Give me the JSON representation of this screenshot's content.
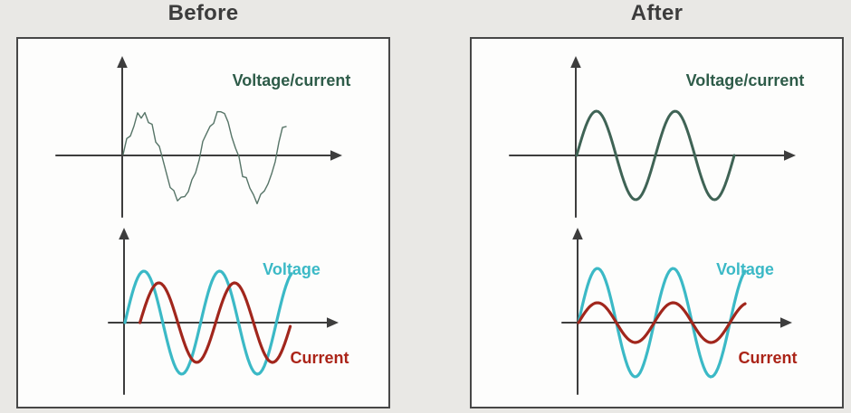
{
  "page_bg": "#e9e8e5",
  "axis_color": "#3d3d3d",
  "panels": [
    {
      "title": "Before",
      "top_plot": {
        "label": "Voltage/current",
        "label_color": "#2e5c49",
        "wave": {
          "name": "distorted voltage/current waveform",
          "color": "#567467",
          "amplitude": 46,
          "cycles": 2.15,
          "shift": 0,
          "noise": 7,
          "stroke": 1.4,
          "seed": 42
        }
      },
      "bottom_plot": {
        "voltage_label": "Voltage",
        "voltage_color": "#3bb9c6",
        "current_label": "Current",
        "current_color": "#ab2418",
        "voltage_wave": {
          "name": "voltage sine wave",
          "color": "#3bb9c6",
          "amplitude": 57,
          "cycles": 2.2,
          "shift": 0,
          "noise": 0,
          "stroke": 3.2,
          "seed": 1
        },
        "current_wave": {
          "name": "current sine wave lagging voltage",
          "color": "#a1261c",
          "amplitude": 44,
          "cycles": 2.2,
          "shift": 0.09,
          "noise": 0,
          "stroke": 3.2,
          "seed": 1
        }
      }
    },
    {
      "title": "After",
      "top_plot": {
        "label": "Voltage/current",
        "label_color": "#2e5c49",
        "wave": {
          "name": "clean voltage/current waveform",
          "color": "#3f6355",
          "amplitude": 49,
          "cycles": 2.0,
          "shift": 0,
          "noise": 0,
          "stroke": 3,
          "seed": 1
        }
      },
      "bottom_plot": {
        "voltage_label": "Voltage",
        "voltage_color": "#3bb9c6",
        "current_label": "Current",
        "current_color": "#ab2418",
        "voltage_wave": {
          "name": "voltage sine wave",
          "color": "#3bb9c6",
          "amplitude": 60,
          "cycles": 2.2,
          "shift": 0,
          "noise": 0,
          "stroke": 3.2,
          "seed": 1
        },
        "current_wave": {
          "name": "current sine wave in phase with voltage",
          "color": "#a1261c",
          "amplitude": 22,
          "cycles": 2.2,
          "shift": 0,
          "noise": 0,
          "stroke": 3.2,
          "seed": 1
        }
      }
    }
  ]
}
